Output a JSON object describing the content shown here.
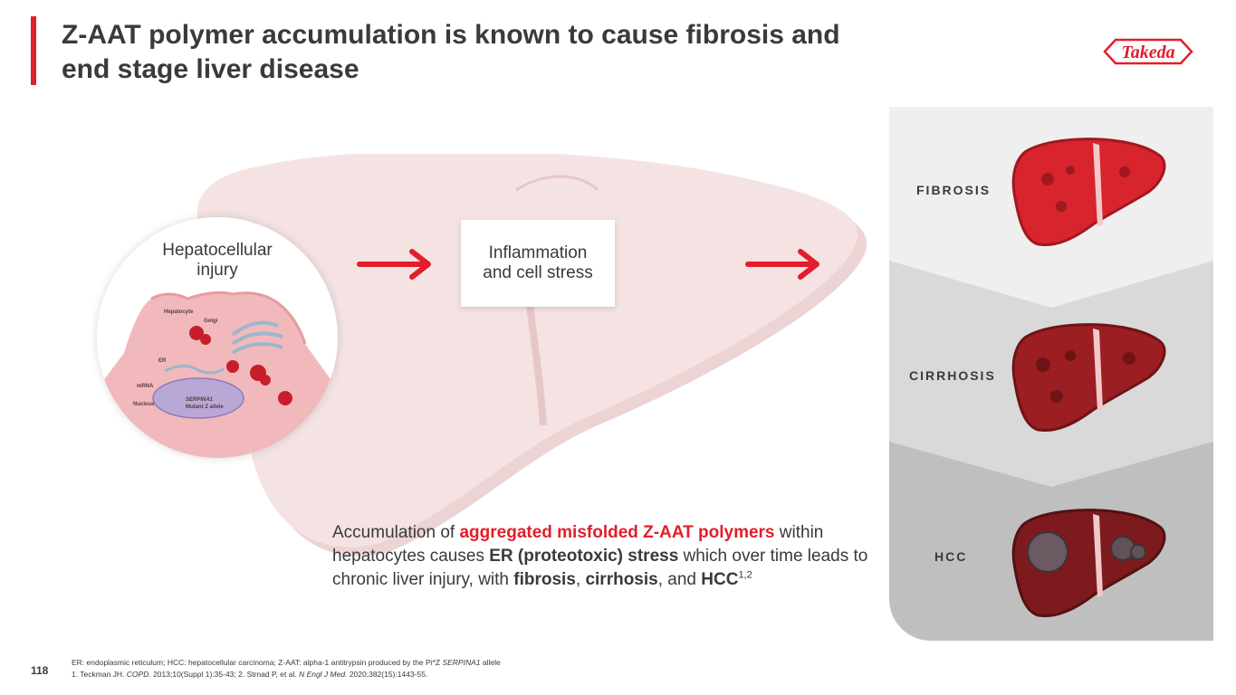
{
  "slide": {
    "title": "Z-AAT polymer accumulation is known to cause fibrosis and end stage liver disease",
    "page_number": "118",
    "brand_color": "#e31d2a"
  },
  "logo": {
    "text": "Takeda"
  },
  "circle": {
    "label_line1": "Hepatocellular",
    "label_line2": "injury",
    "cell_labels": {
      "hepatocyte": "Hepatocyte",
      "golgi": "Golgi",
      "er": "ER",
      "mrna": "mRNA",
      "nucleus": "Nucleus",
      "gene": "SERPINA1",
      "allele": "Mutant Z allele"
    }
  },
  "box": {
    "line1": "Inflammation",
    "line2": "and cell stress"
  },
  "description": {
    "part1": "Accumulation of ",
    "highlight": "aggregated misfolded Z-AAT polymers",
    "part2": " within hepatocytes causes ",
    "bold1": "ER (proteotoxic) stress",
    "part3": " which over time leads to chronic liver injury, with ",
    "bold2": "fibrosis",
    "sep1": ", ",
    "bold3": "cirrhosis",
    "sep2": ", and ",
    "bold4": "HCC",
    "sup": "1,2"
  },
  "stages": [
    {
      "label": "FIBROSIS"
    },
    {
      "label": "CIRRHOSIS"
    },
    {
      "label": "HCC"
    }
  ],
  "footnote": {
    "line1_a": "ER: endoplasmic reticulum; HCC: hepatocellular carcinoma; Z-AAT: alpha-1 antitrypsin produced by the Pi*Z ",
    "line1_i": "SERPINA1",
    "line1_b": " allele",
    "line2_a": "1. Teckman JH. ",
    "line2_i1": "COPD.",
    "line2_b": " 2013;10(Suppl 1):35-43; 2. Strnad P, et al. ",
    "line2_i2": "N Engl J Med.",
    "line2_c": " 2020;382(15):1443-55."
  }
}
